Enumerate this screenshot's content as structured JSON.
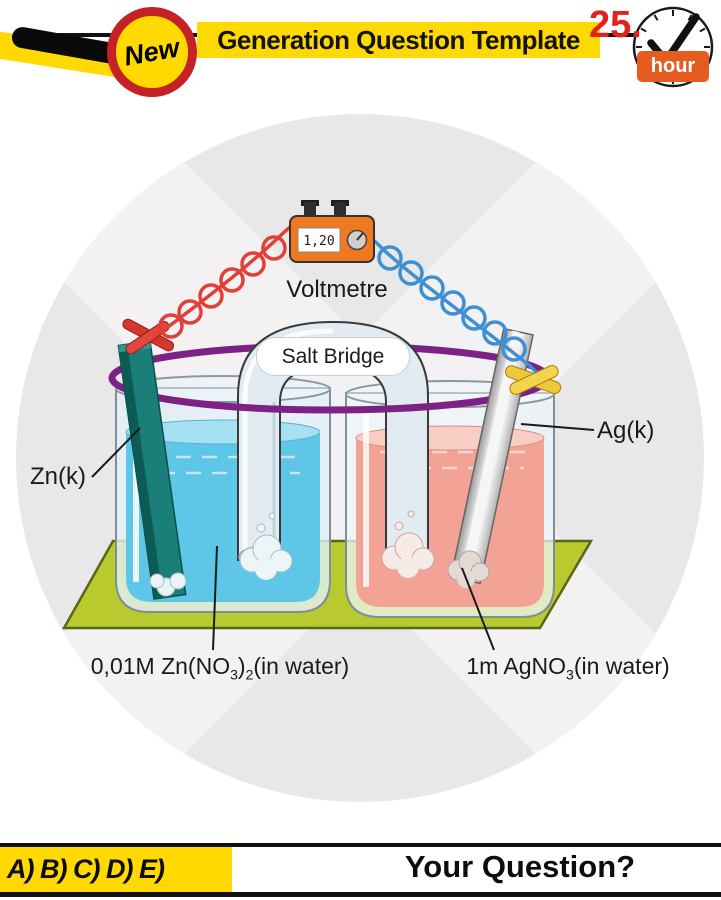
{
  "header": {
    "new_badge": "New",
    "title": "Generation Question Template",
    "hours_number": "25.",
    "hours_unit": "hour"
  },
  "diagram": {
    "voltmeter": {
      "label": "Voltmetre",
      "reading": "1,20"
    },
    "salt_bridge_label": "Salt Bridge",
    "zinc_electrode_label": "Zn(k)",
    "silver_electrode_label": "Ag(k)",
    "solutions": {
      "left": {
        "p1": "0,01M Zn(NO",
        "s1": "3",
        "p2": ")",
        "s2": "2",
        "p3": "(in water)"
      },
      "right": {
        "p1": "1m AgNO",
        "s1": "3",
        "p2": "(in water)"
      }
    }
  },
  "footer": {
    "options": "A) B) C) D) E)",
    "question": "Your Question?"
  },
  "icons": {
    "magnifier": "magnifier-icon",
    "clock": "clock-check-icon"
  },
  "colors": {
    "accent_yellow": "#ffd900",
    "accent_red": "#e3201b",
    "hour_box_orange": "#e65c1e",
    "voltmeter_orange": "#f0791f",
    "ring_purple": "#7e2184",
    "platform_green": "#b9ca2e",
    "zinc_solution_blue": "#5ec7e8",
    "silver_solution_pink": "#f2a396",
    "zinc_electrode_teal": "#1a7f78",
    "silver_electrode_gray": "#d9d9d9",
    "wire_red": "#e04038",
    "wire_blue": "#3f8fd2"
  }
}
